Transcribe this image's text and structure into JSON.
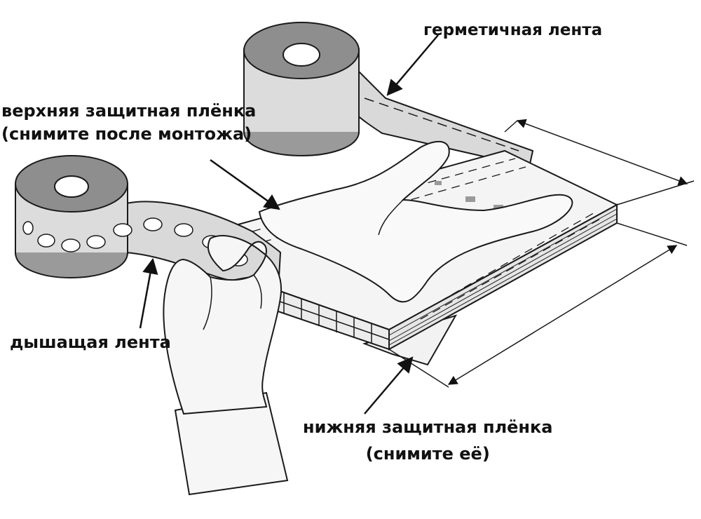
{
  "labels": {
    "sealing_tape": "герметичная лента",
    "top_film_line1": "верхняя защитная плёнка",
    "top_film_line2": "(снимите после монтожа)",
    "breathable_tape": "дышащая лента",
    "bottom_film_line1": "нижняя защитная плёнка",
    "bottom_film_line2": "(снимите её)"
  },
  "colors": {
    "outline": "#1a1a1a",
    "tape_gray": "#d6d6d6",
    "roll_dark": "#8e8e8e",
    "film": "#f7f7f7",
    "sheet_edge": "#ebebeb"
  },
  "icons": [
    "sealing-tape-roll",
    "breathable-tape-roll",
    "polycarbonate-sheet",
    "hand",
    "dimension-arrow"
  ]
}
